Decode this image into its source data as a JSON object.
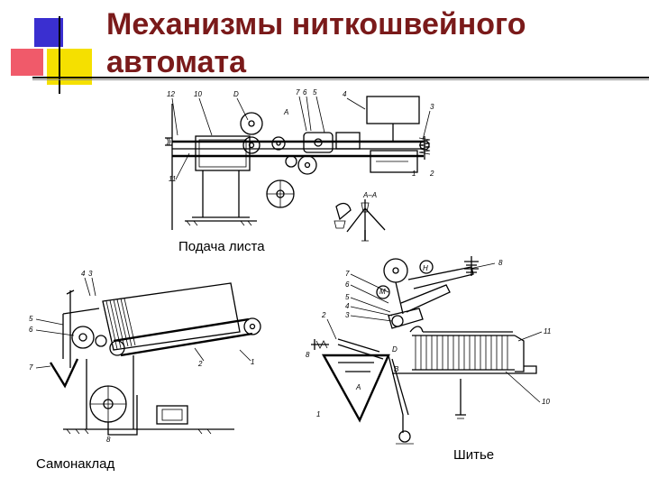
{
  "slide": {
    "title_line1": "Механизмы ниткошвейного",
    "title_line2": "автомата",
    "accent_colors": {
      "blue": "#3a2fd0",
      "red": "#f05a6a",
      "yellow": "#f5e000",
      "title": "#7a1a1a"
    }
  },
  "figures": {
    "feed": {
      "caption": "Подача листа",
      "labels": [
        "12",
        "10",
        "D",
        "7",
        "6",
        "5",
        "4",
        "3",
        "A",
        "1",
        "2",
        "11",
        "A–A"
      ]
    },
    "feeder": {
      "caption": "Самонаклад",
      "labels": [
        "4",
        "3",
        "5",
        "6",
        "7",
        "2",
        "1",
        "8"
      ]
    },
    "sewing": {
      "caption": "Шитье",
      "labels": [
        "7",
        "6",
        "5",
        "4",
        "3",
        "2",
        "1",
        "H",
        "M",
        "8",
        "11",
        "10",
        "A",
        "B",
        "D",
        "8"
      ]
    }
  }
}
